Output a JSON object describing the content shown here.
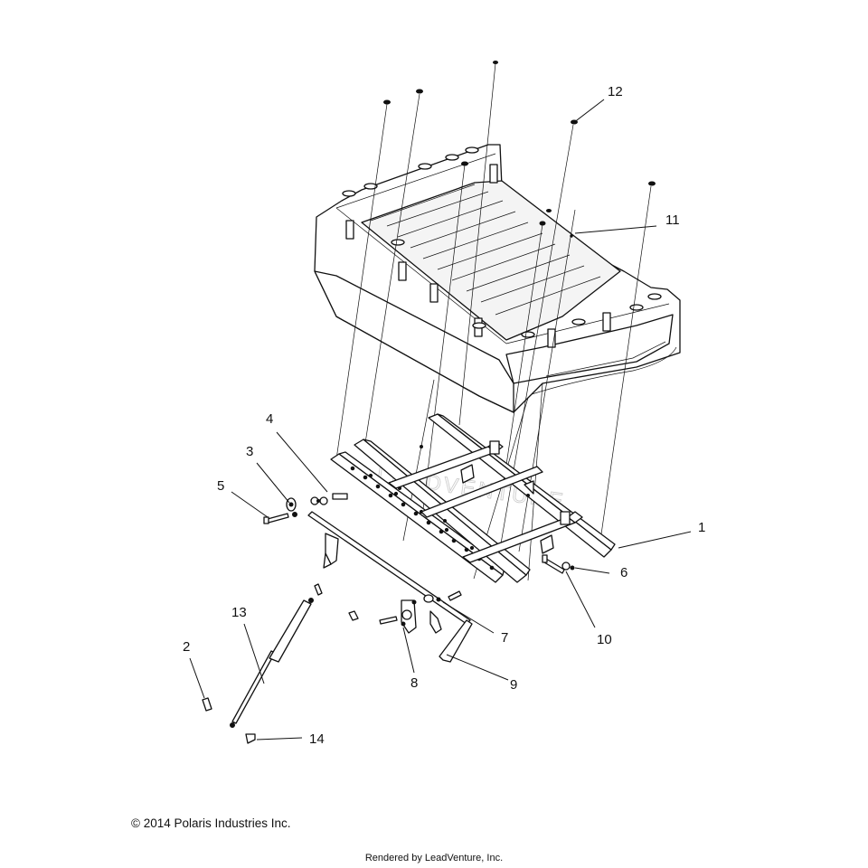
{
  "callouts": [
    {
      "num": "1"
    },
    {
      "num": "2"
    },
    {
      "num": "3"
    },
    {
      "num": "4"
    },
    {
      "num": "5"
    },
    {
      "num": "6"
    },
    {
      "num": "7"
    },
    {
      "num": "8"
    },
    {
      "num": "9"
    },
    {
      "num": "10"
    },
    {
      "num": "11"
    },
    {
      "num": "12"
    },
    {
      "num": "13"
    },
    {
      "num": "14"
    }
  ],
  "watermark": "LEADVENTURE",
  "copyright": "© 2014 Polaris Industries Inc.",
  "rendered_by": "Rendered by LeadVenture, Inc."
}
